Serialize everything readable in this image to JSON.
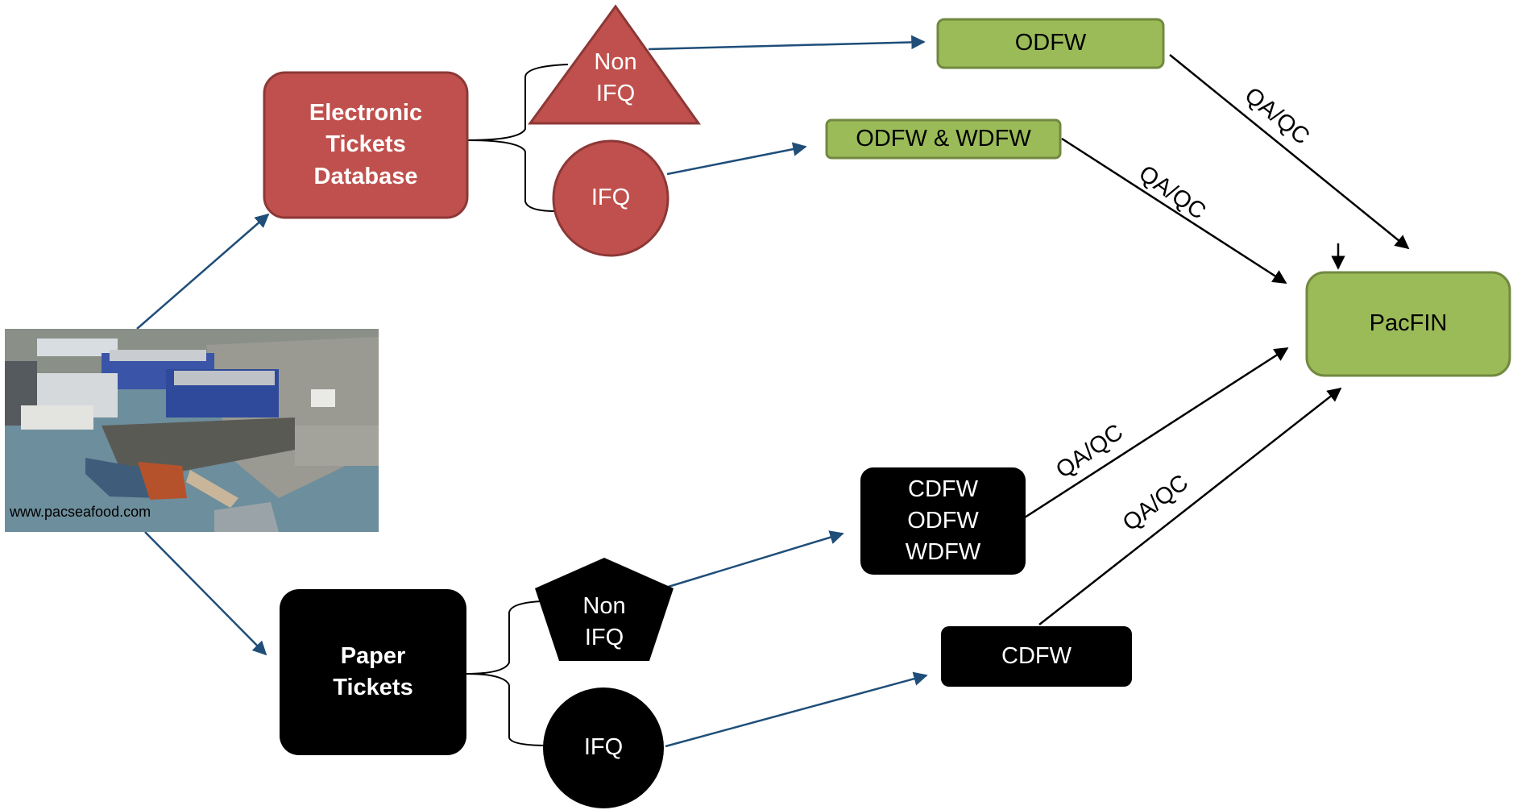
{
  "colors": {
    "red_fill": "#c0504d",
    "red_stroke": "#8c3836",
    "green_fill": "#9bbb59",
    "green_stroke": "#71893f",
    "black_fill": "#000000",
    "blue_arrow": "#1f4e79",
    "black_arrow": "#000000"
  },
  "photo": {
    "credit": "www.pacseafood.com"
  },
  "nodes": {
    "electronic": {
      "lines": [
        "Electronic",
        "Tickets",
        "Database"
      ]
    },
    "paper": {
      "lines": [
        "Paper",
        "Tickets"
      ]
    },
    "e_nonifq": {
      "lines": [
        "Non",
        "IFQ"
      ]
    },
    "e_ifq": {
      "lines": [
        "IFQ"
      ]
    },
    "p_nonifq": {
      "lines": [
        "Non",
        "IFQ"
      ]
    },
    "p_ifq": {
      "lines": [
        "IFQ"
      ]
    },
    "odfw": {
      "lines": [
        "ODFW"
      ]
    },
    "odfw_wdfw": {
      "lines": [
        "ODFW & WDFW"
      ]
    },
    "cdfw_odfw_wdfw": {
      "lines": [
        "CDFW",
        "ODFW",
        "WDFW"
      ]
    },
    "cdfw": {
      "lines": [
        "CDFW"
      ]
    },
    "pacfin": {
      "lines": [
        "PacFIN"
      ]
    }
  },
  "edge_labels": {
    "qa1": "QA/QC",
    "qa2": "QA/QC",
    "qa3": "QA/QC",
    "qa4": "QA/QC"
  }
}
